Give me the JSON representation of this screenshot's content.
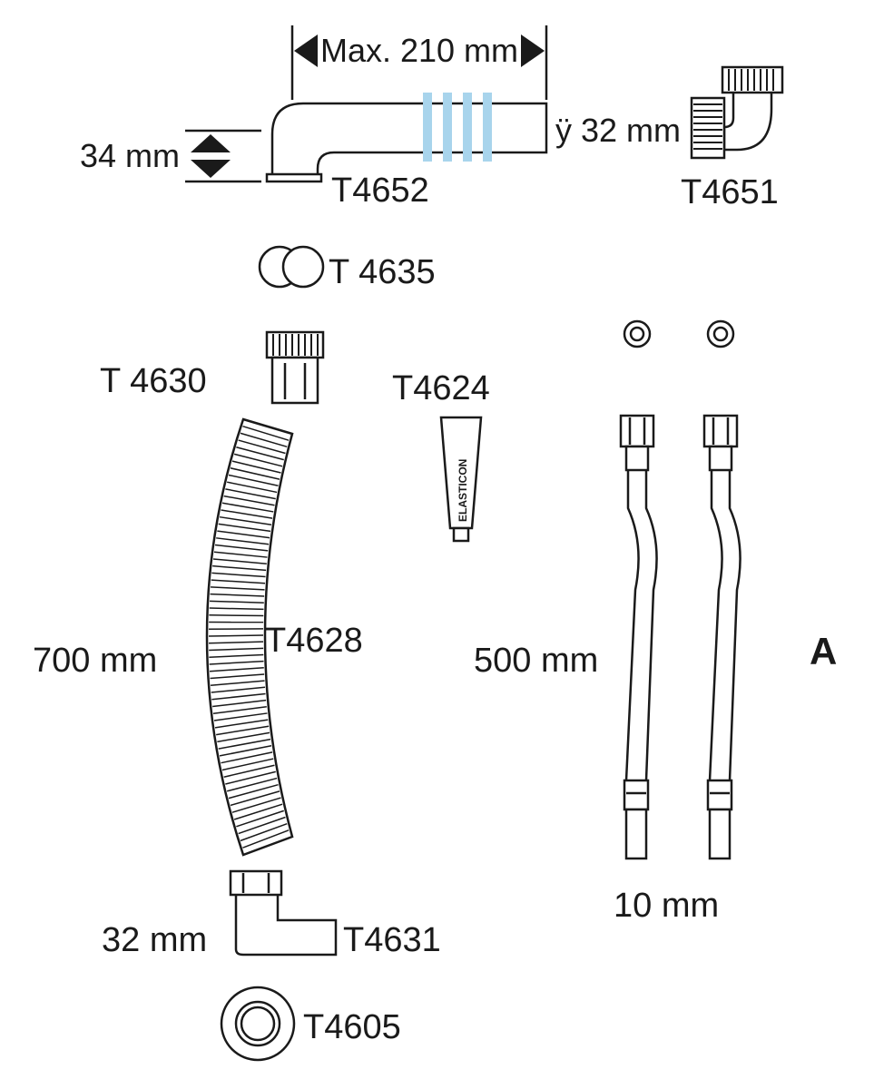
{
  "parts": {
    "t4652": {
      "code": "T4652",
      "max_length": "Max. 210 mm",
      "height": "34 mm",
      "outlet": "ÿ 32 mm"
    },
    "t4651": {
      "code": "T4651"
    },
    "t4635": {
      "code": "T 4635"
    },
    "t4630": {
      "code": "T 4630"
    },
    "t4624": {
      "code": "T4624",
      "tube_brand": "ELASTICON"
    },
    "t4628": {
      "code": "T4628",
      "length": "700 mm"
    },
    "t4631": {
      "code": "T4631",
      "diameter": "32 mm"
    },
    "t4605": {
      "code": "T4605"
    },
    "hoses": {
      "length": "500 mm",
      "diameter": "10 mm"
    }
  },
  "figure_label": "A",
  "colors": {
    "line": "#1a1a1a",
    "band": "#a8d4ec",
    "background": "#ffffff"
  },
  "icons": [
    "pipe-elbow-icon",
    "nut-icon",
    "washer-icon",
    "tube-icon",
    "flex-hose-icon",
    "supply-hose-icon"
  ]
}
